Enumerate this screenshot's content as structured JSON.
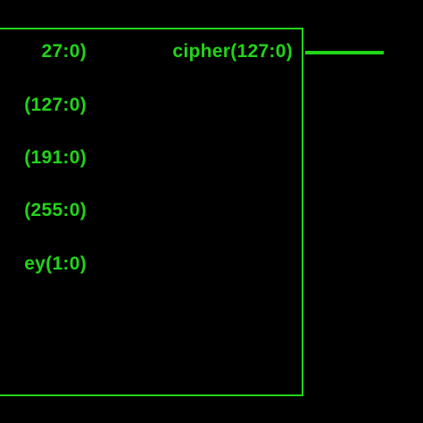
{
  "colors": {
    "background": "#000000",
    "foreground": "#22d41a"
  },
  "block": {
    "input_ports": [
      {
        "label": "27:0)"
      },
      {
        "label": "(127:0)"
      },
      {
        "label": "(191:0)"
      },
      {
        "label": "(255:0)"
      },
      {
        "label": "ey(1:0)"
      }
    ],
    "output_ports": [
      {
        "label": "cipher(127:0)"
      }
    ]
  }
}
